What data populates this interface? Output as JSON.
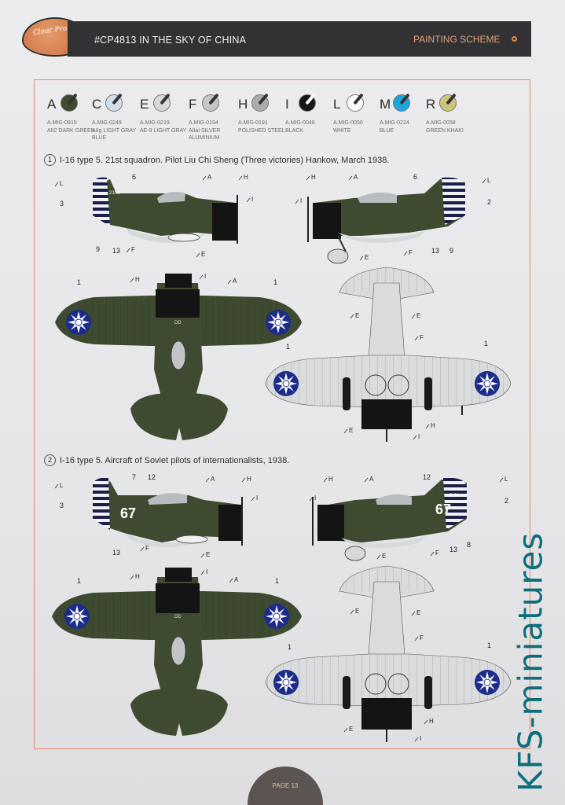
{
  "header": {
    "brand": "Clear Prop",
    "title": "#CP4813 IN THE SKY OF CHINA",
    "section": "PAINTING SCHEME"
  },
  "palette": [
    {
      "letter": "A",
      "code": "A.MIG-0915",
      "name": "AII2 DARK GREEN",
      "color": "#3f4b30"
    },
    {
      "letter": "C",
      "code": "A.MIG-0249",
      "name": "AIIg LIGHT GRAY BLUE",
      "color": "#cfe0ea"
    },
    {
      "letter": "E",
      "code": "A.MIG-0219",
      "name": "AE-9 LIGHT GRAY",
      "color": "#d6d8d8"
    },
    {
      "letter": "F",
      "code": "A.MIG-0194",
      "name": "AIIal SILVER ALUMINIUM",
      "color": "#c4c6c8"
    },
    {
      "letter": "H",
      "code": "A.MIG-0191",
      "name": "POLISHED STEEL",
      "color": "#a9abad"
    },
    {
      "letter": "I",
      "code": "A.MIG-0046",
      "name": "BLACK",
      "color": "#171717"
    },
    {
      "letter": "L",
      "code": "A.MIG-0050",
      "name": "WHITE",
      "color": "#fafafa"
    },
    {
      "letter": "M",
      "code": "A.MIG-0224",
      "name": "BLUE",
      "color": "#1ea4dc"
    },
    {
      "letter": "R",
      "code": "A.MIG-0058",
      "name": "GREEN KHAKI",
      "color": "#cdc67a"
    }
  ],
  "sections": [
    {
      "number": "1",
      "caption": "I-16 type 5. 21st squadron. Pilot Liu Chi Sheng (Three victories) Hankow, March 1938."
    },
    {
      "number": "2",
      "caption": "I-16 type 5. Aircraft of Soviet pilots of internationalists, 1938."
    }
  ],
  "callouts": {
    "A": "A",
    "E": "E",
    "F": "F",
    "H": "H",
    "I": "I",
    "L": "L",
    "n1": "1",
    "n2": "2",
    "n3": "3",
    "n6": "6",
    "n7": "7",
    "n8": "8",
    "n9": "9",
    "n12": "12",
    "n13": "13"
  },
  "tail_code_1": "2101",
  "side_number_2": "67",
  "tail_code_2": "P 21",
  "fuselage_code": "DD",
  "footer": {
    "page": "PAGE 13"
  },
  "watermark": "KFS-miniatures",
  "colors": {
    "olive": "#3f4b30",
    "light_gray": "#d9dbdc",
    "black": "#141414",
    "accent": "#e0874d",
    "frame": "#e08a6a"
  }
}
